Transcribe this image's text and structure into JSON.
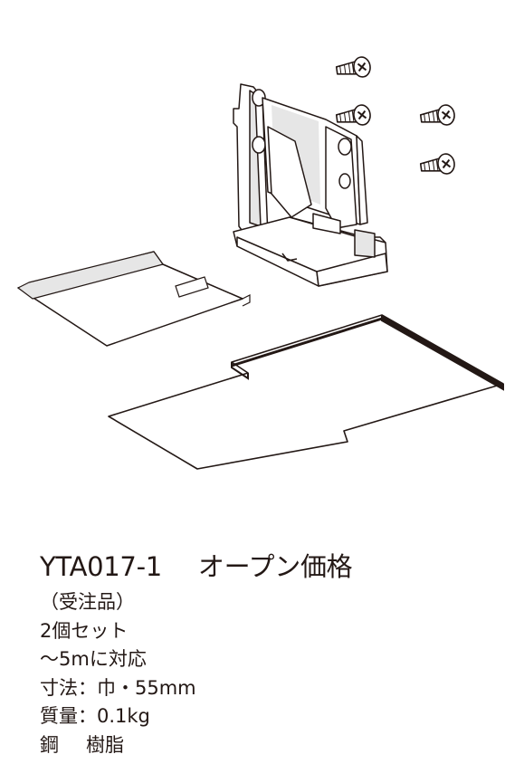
{
  "product": {
    "model": "YTA017-1",
    "price": "オープン価格",
    "order_note": "（受注品）",
    "set_note": "2個セット",
    "length_note": "～5mに対応",
    "dimension": "寸法：巾・55mm",
    "weight": "質量：0.1kg",
    "material_1": "鋼",
    "material_2": "樹脂"
  },
  "icons": {
    "bracket": "wall-bracket-drawing",
    "screws": "screw-icon",
    "plate": "cover-plate-drawing",
    "sheet": "mounting-sheet-drawing"
  },
  "colors": {
    "ink": "#231815",
    "shade": "#e6e6e6",
    "background": "#ffffff"
  }
}
